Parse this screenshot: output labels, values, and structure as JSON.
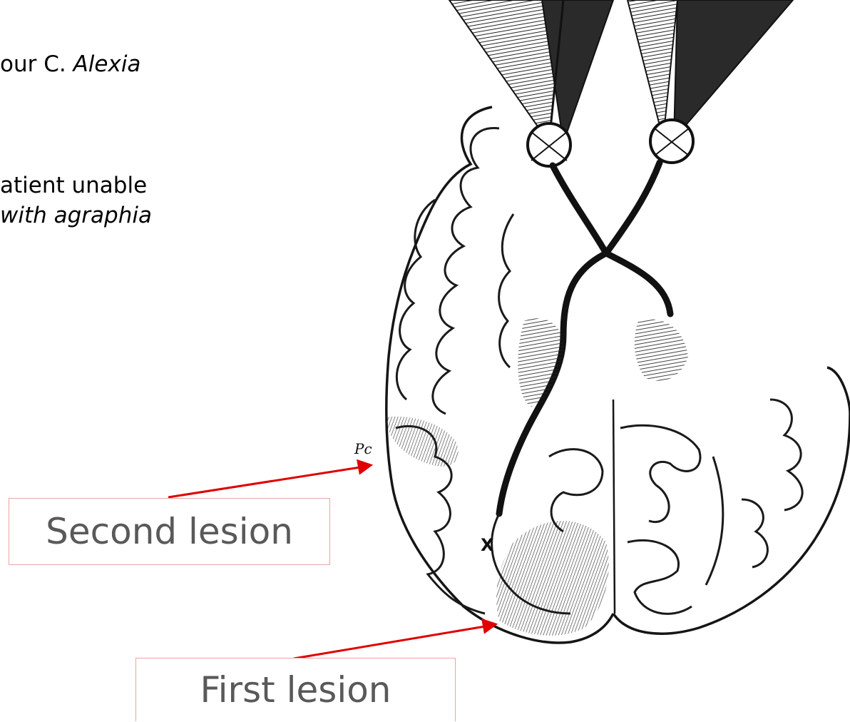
{
  "header_text": {
    "line1_prefix": "our C. ",
    "line1_italic": "Alexia",
    "line2": "atient unable",
    "line3_italic": "with agraphia"
  },
  "figure": {
    "pc_label": "Pc",
    "x_label": "X"
  },
  "callouts": {
    "second": "Second lesion",
    "first": "First lesion"
  },
  "colors": {
    "arrow": "#e00000",
    "box_border": "#e8a5a5",
    "label_text": "#595959",
    "ink": "#1a1a1a"
  }
}
